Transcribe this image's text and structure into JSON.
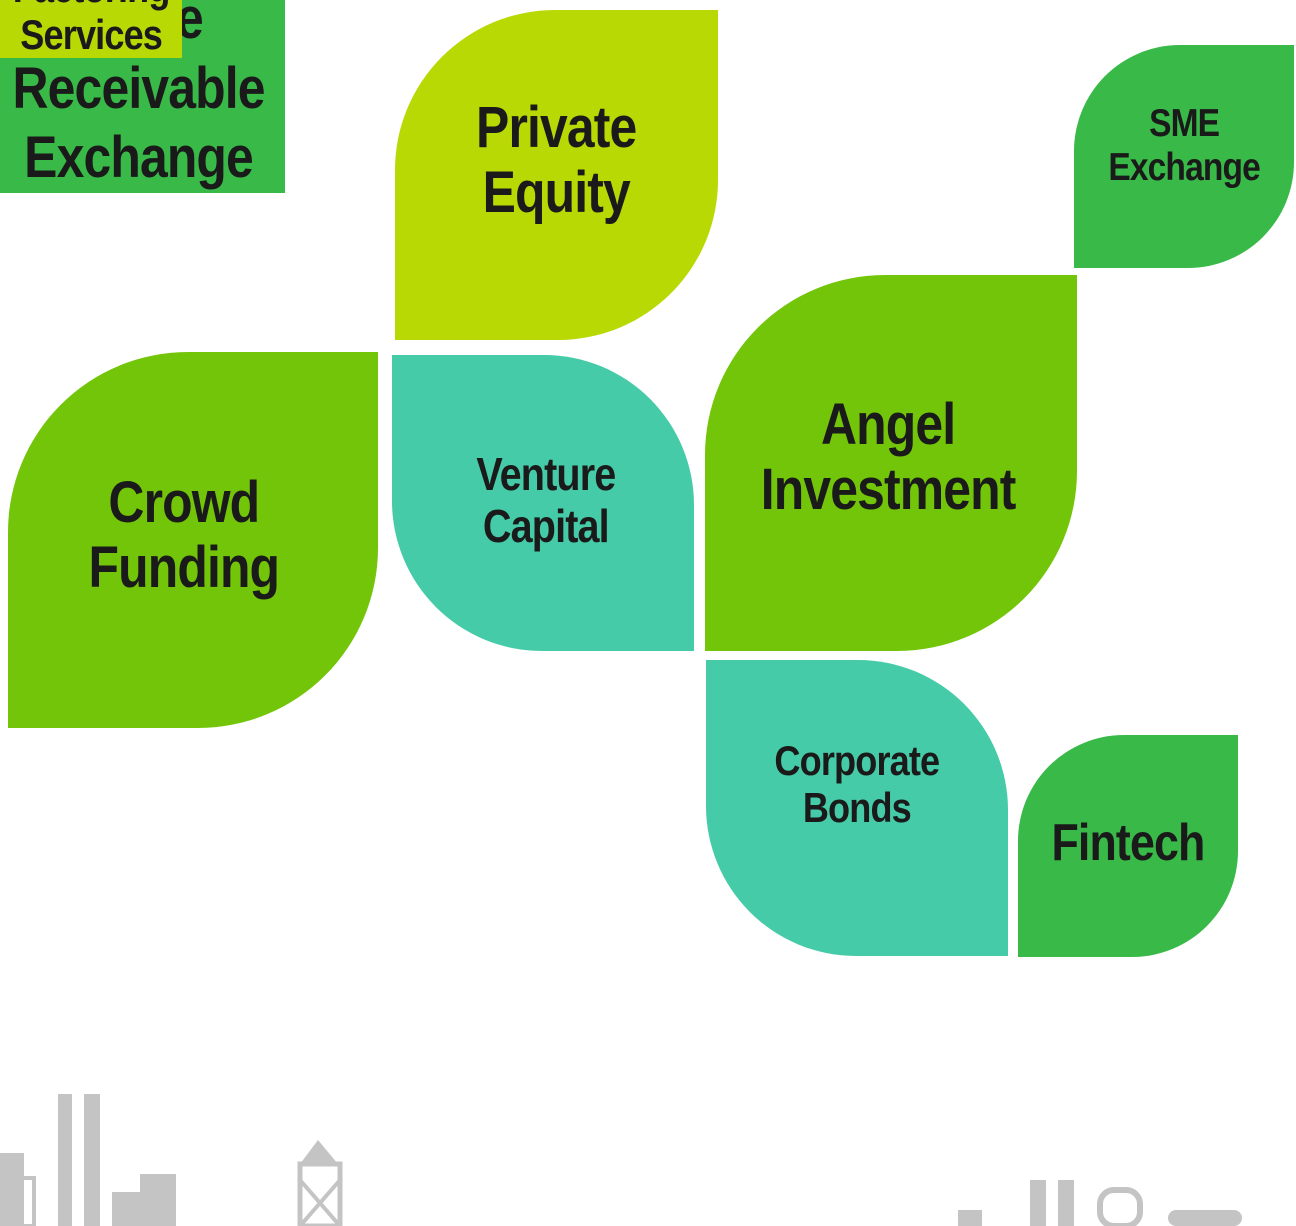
{
  "colors": {
    "lime": "#b9d905",
    "leaf_green": "#73c509",
    "green": "#38b948",
    "teal": "#45cba8",
    "text": "#1a1a1a",
    "skyline": "#c4c4c4"
  },
  "leaves": {
    "private_equity": {
      "line1": "Private",
      "line2": "Equity"
    },
    "sme_exchange": {
      "line1": "SME",
      "line2": "Exchange"
    },
    "crowd_funding": {
      "line1": "Crowd",
      "line2": "Funding"
    },
    "venture_capital": {
      "line1": "Venture",
      "line2": "Capital"
    },
    "angel_investment": {
      "line1": "Angel",
      "line2": "Investment"
    },
    "trade_receivable_exchange": {
      "line1": "Trade",
      "line2": "Receivable",
      "line3": "Exchange"
    },
    "corporate_bonds": {
      "line1": "Corporate",
      "line2": "Bonds"
    },
    "fintech": {
      "line1": "Fintech"
    },
    "factoring_services": {
      "line1": "Factoring",
      "line2": "Services"
    }
  }
}
